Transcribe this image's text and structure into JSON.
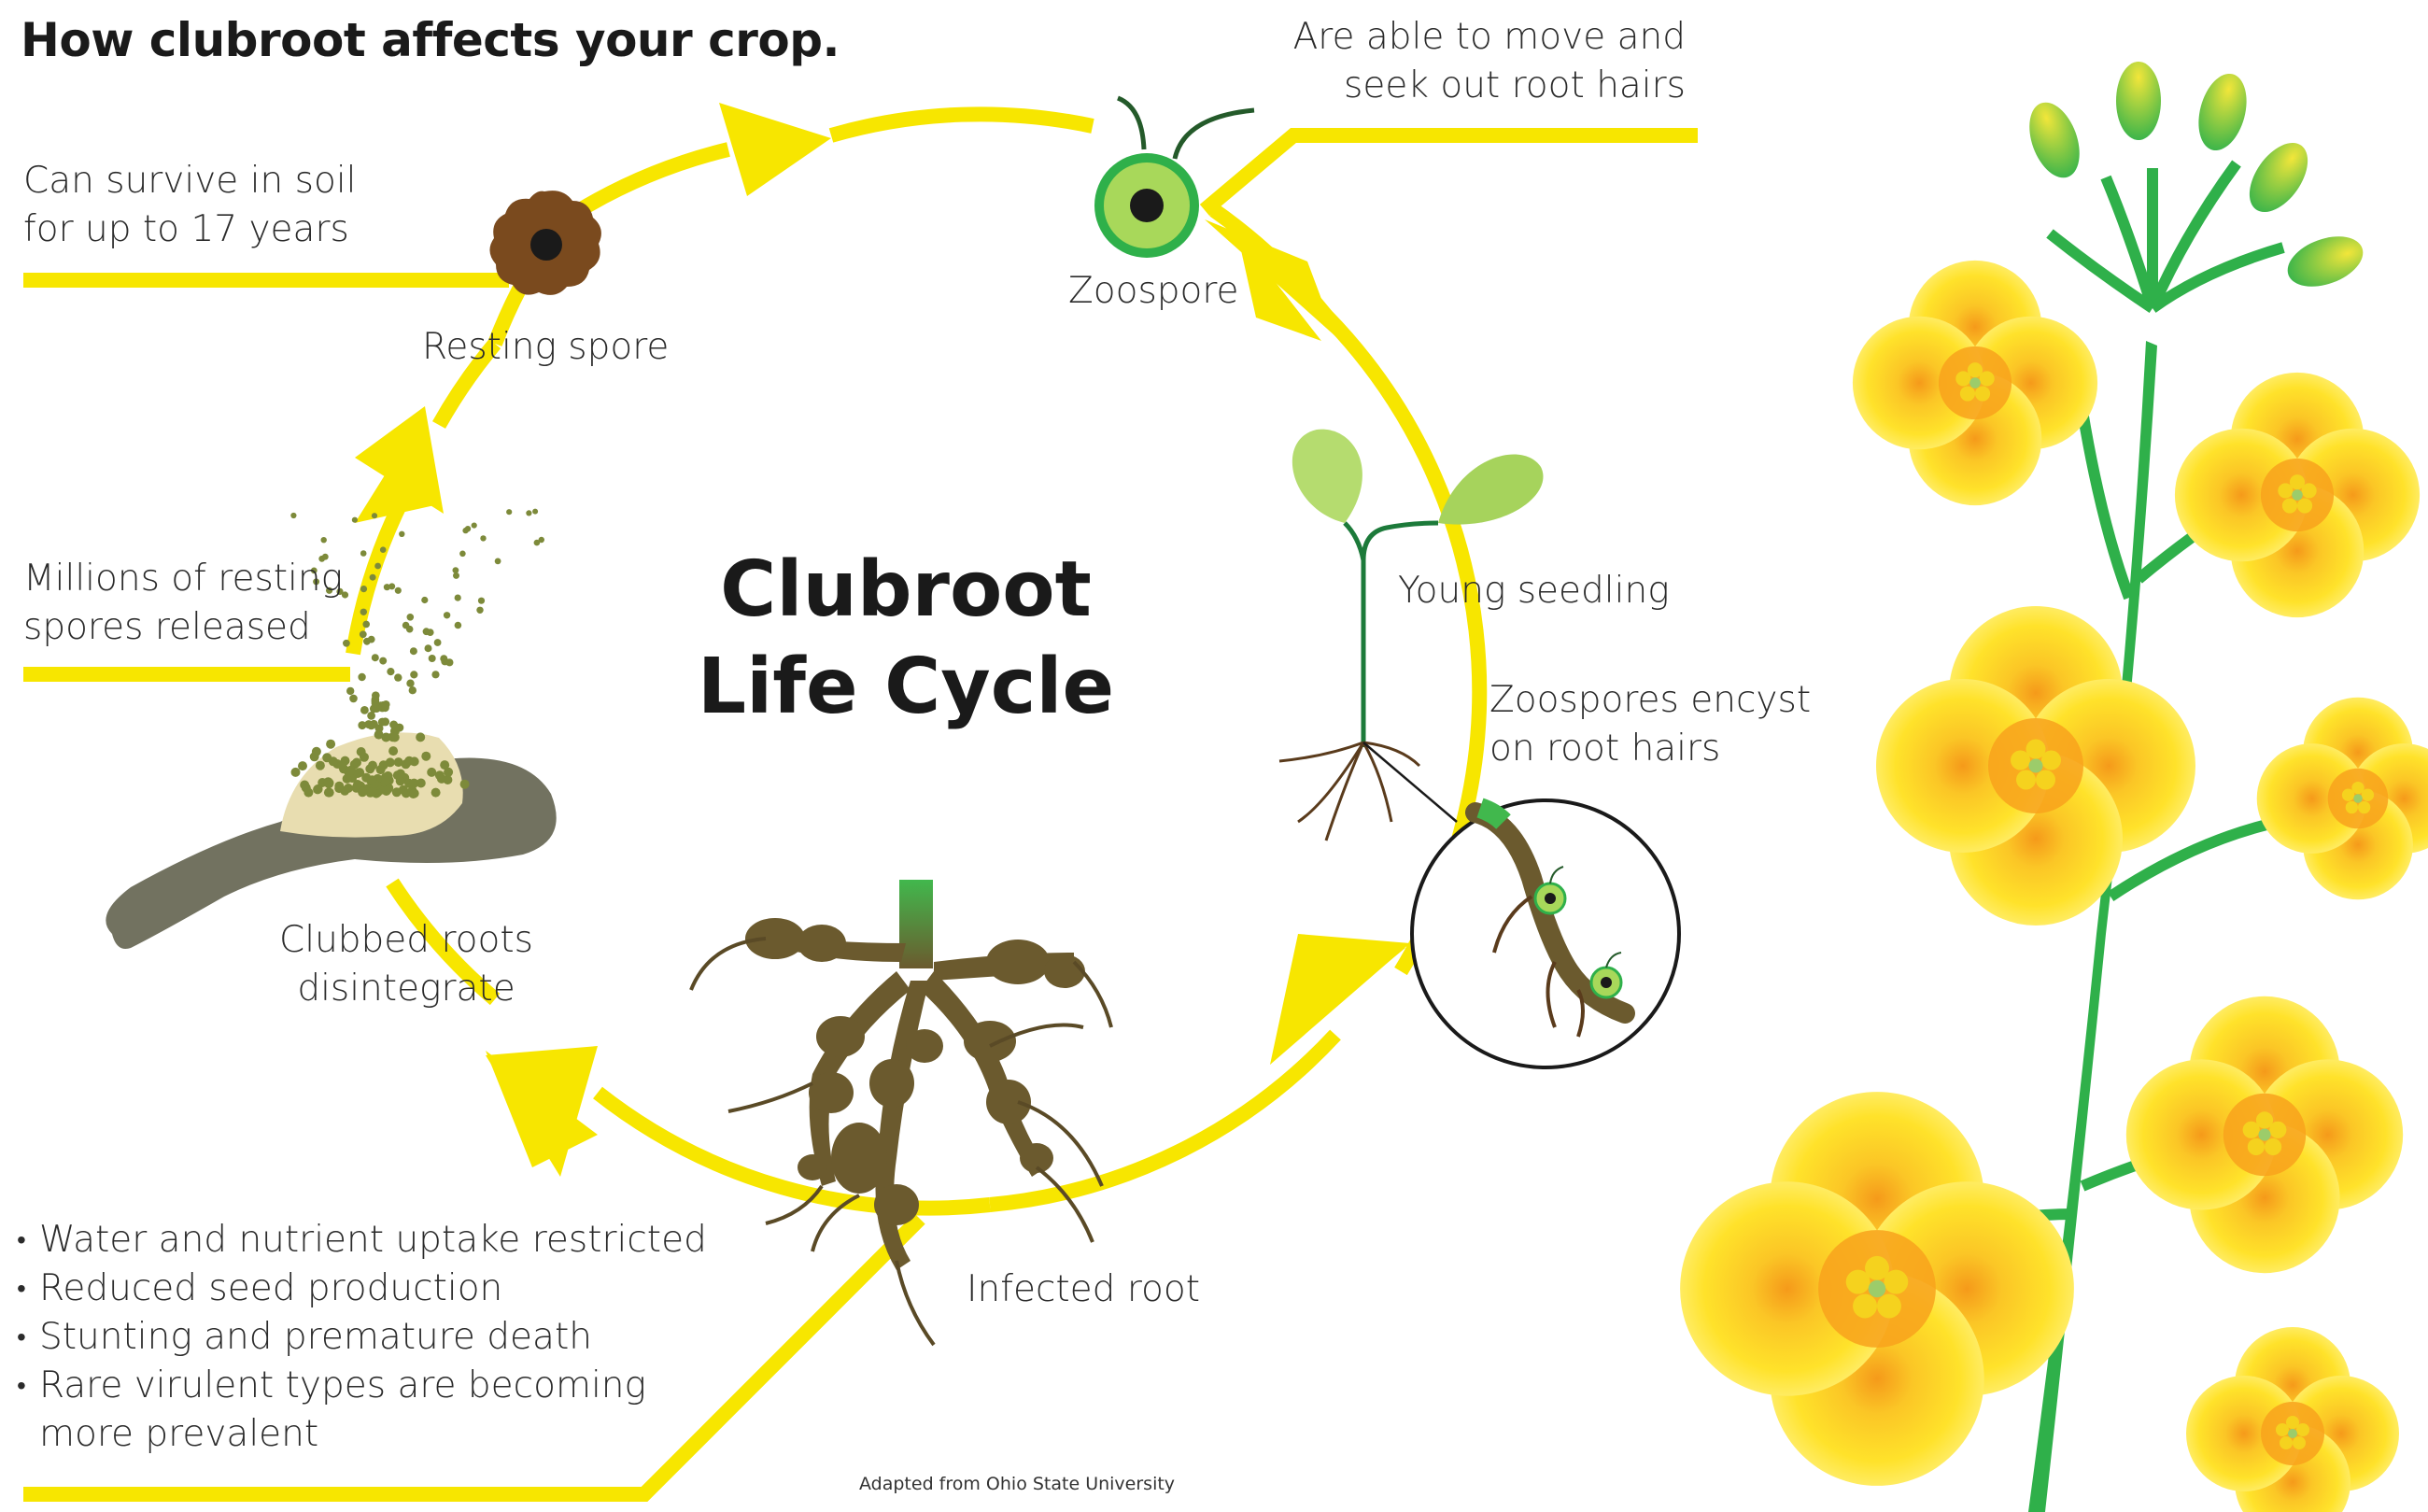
{
  "title": "How clubroot affects your crop.",
  "center_title": {
    "line1": "Clubroot",
    "line2": "Life Cycle"
  },
  "notes": {
    "survive": {
      "line1": "Can survive in soil",
      "line2": "for up to 17 years"
    },
    "move": {
      "line1": "Are able to move and",
      "line2": "seek out root hairs"
    },
    "released": {
      "line1": "Millions of resting",
      "line2": "spores released"
    },
    "encyst": {
      "line1": "Zoospores encyst",
      "line2": "on root hairs"
    }
  },
  "stages": {
    "resting_spore": "Resting spore",
    "zoospore": "Zoospore",
    "young_seedling": "Young seedling",
    "infected_root": "Infected root",
    "clubbed_roots": {
      "line1": "Clubbed roots",
      "line2": "disintegrate"
    }
  },
  "impacts": [
    "Water and nutrient uptake restricted",
    "Reduced seed production",
    "Stunting and premature death",
    "Rare virulent types are becoming",
    "more prevalent"
  ],
  "credit": "Adapted from Ohio State University",
  "colors": {
    "cycle_yellow": "#f7e600",
    "flower_yellow": "#fde02a",
    "flower_center": "#f29a1a",
    "stem_green": "#2fb04a",
    "spore_brown": "#7a4a1e",
    "zoospore_green": "#a8d85a",
    "root_brown": "#6b5a2e",
    "leaf_green": "#b5dc6f"
  },
  "icons": [
    "resting-spore-icon",
    "zoospore-icon",
    "seedling-icon",
    "encysted-root-icon",
    "infected-root-icon",
    "clubbed-root-icon",
    "canola-plant-illustration"
  ]
}
